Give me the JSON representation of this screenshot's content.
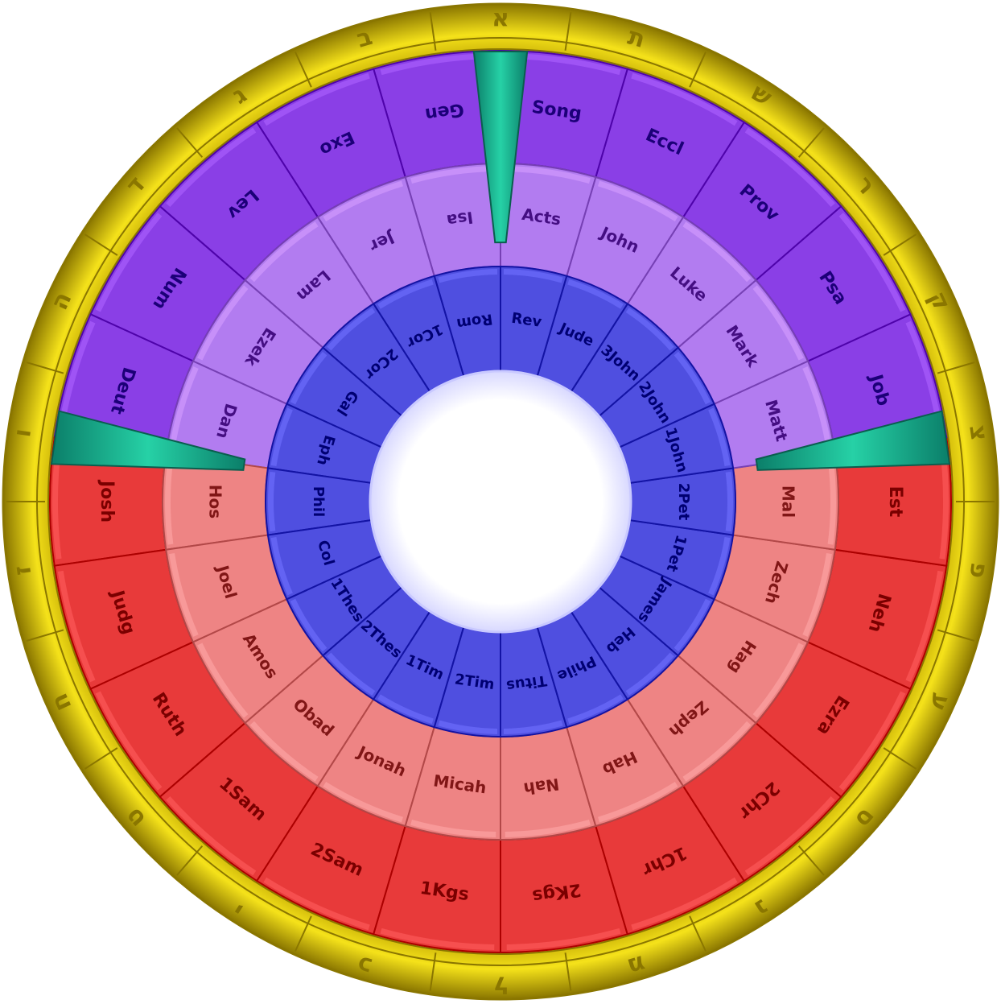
{
  "colors": {
    "gold": "#e3c800",
    "gold_dark": "#8a7600",
    "ot_purple": "#8a3fe6",
    "ot_red": "#e83a3a",
    "mid_purple": "#b27cf0",
    "mid_red": "#ee8484",
    "inner_blue": "#4f4fe0",
    "divider_green": "#0fa58a",
    "hub": "#ffffff"
  },
  "hebrew_alphabet": [
    "א",
    "ב",
    "ג",
    "ד",
    "ה",
    "ו",
    "ז",
    "ח",
    "ט",
    "י",
    "כ",
    "ל",
    "מ",
    "נ",
    "ס",
    "ע",
    "פ",
    "צ",
    "ק",
    "ר",
    "ש",
    "ת"
  ],
  "outer_ring": [
    "Gen",
    "Exo",
    "Lev",
    "Num",
    "Deut",
    "Josh",
    "Judg",
    "Ruth",
    "1Sam",
    "2Sam",
    "1Kgs",
    "2Kgs",
    "1Chr",
    "2Chr",
    "Ezra",
    "Neh",
    "Est",
    "Job",
    "Psa",
    "Prov",
    "Eccl",
    "Song"
  ],
  "middle_ring": [
    "Isa",
    "Jer",
    "Lam",
    "Ezek",
    "Dan",
    "Hos",
    "Joel",
    "Amos",
    "Obad",
    "Jonah",
    "Micah",
    "Nah",
    "Hab",
    "Zeph",
    "Hag",
    "Zech",
    "Mal",
    "Matt",
    "Mark",
    "Luke",
    "John",
    "Acts"
  ],
  "inner_ring": [
    "Rom",
    "1Cor",
    "2Cor",
    "Gal",
    "Eph",
    "Phil",
    "Col",
    "1Thes",
    "2Thes",
    "1Tim",
    "2Tim",
    "Titus",
    "Phile",
    "Heb",
    "James",
    "1Pet",
    "2Pet",
    "1John",
    "2John",
    "3John",
    "Jude",
    "Rev"
  ]
}
